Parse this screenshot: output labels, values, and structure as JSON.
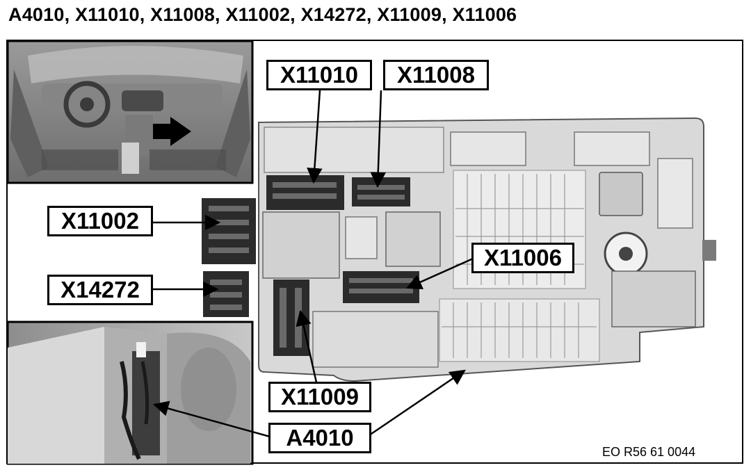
{
  "heading": "A4010, X11010, X11008, X11002, X14272, X11009, X11006",
  "reference": "EO R56 61 0044",
  "callouts": {
    "x11010": "X11010",
    "x11008": "X11008",
    "x11002": "X11002",
    "x14272": "X14272",
    "x11006": "X11006",
    "x11009": "X11009",
    "a4010": "A4010"
  },
  "colors": {
    "ink": "#000000",
    "module_fill": "#d9d9d9",
    "photo_bg": "#a6a6a6",
    "connector_fill": "#2b2b2b"
  }
}
